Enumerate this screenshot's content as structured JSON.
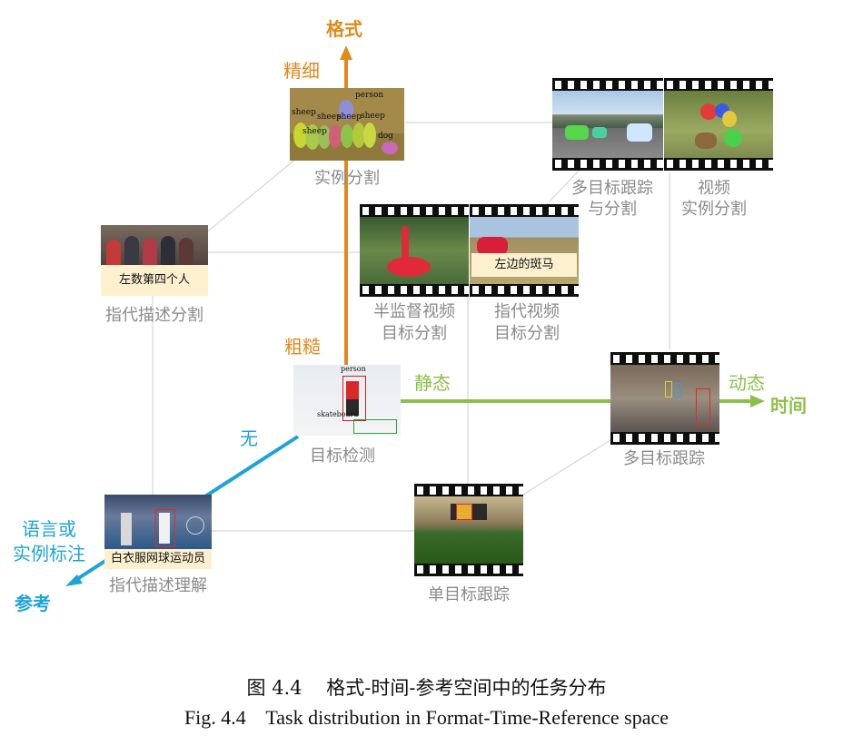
{
  "axes": {
    "format": {
      "name": "格式",
      "fine": "精细",
      "coarse": "粗糙",
      "color": "#e08a1e"
    },
    "time": {
      "name": "时间",
      "static": "静态",
      "dynamic": "动态",
      "color": "#8cc04a"
    },
    "reference": {
      "name": "参考",
      "none": "无",
      "lang_line1": "语言或",
      "lang_line2": "实例标注",
      "color": "#1ea3d8"
    }
  },
  "tasks": {
    "instance_seg": {
      "label": "实例分割",
      "image_words": [
        "person",
        "sheep",
        "sheep",
        "sheep",
        "sheep",
        "sheep",
        "dog"
      ]
    },
    "mot_seg": {
      "line1": "多目标跟踪",
      "line2": "与分割"
    },
    "video_instance_seg": {
      "line1": "视频",
      "line2": "实例分割"
    },
    "ref_seg": {
      "label": "指代描述分割",
      "tag": "左数第四个人"
    },
    "semi_vos": {
      "line1": "半监督视频",
      "line2": "目标分割"
    },
    "ref_vos": {
      "line1": "指代视频",
      "line2": "目标分割",
      "tag": "左边的斑马"
    },
    "detection": {
      "label": "目标检测",
      "image_words": [
        "person",
        "skateboard"
      ]
    },
    "mot": {
      "label": "多目标跟踪"
    },
    "ref_comprehension": {
      "label": "指代描述理解",
      "tag": "白衣服网球运动员"
    },
    "sot": {
      "label": "单目标跟踪"
    }
  },
  "caption": {
    "zh": "图 4.4    格式-时间-参考空间中的任务分布",
    "en": "Fig. 4.4    Task distribution in Format-Time-Reference space"
  }
}
